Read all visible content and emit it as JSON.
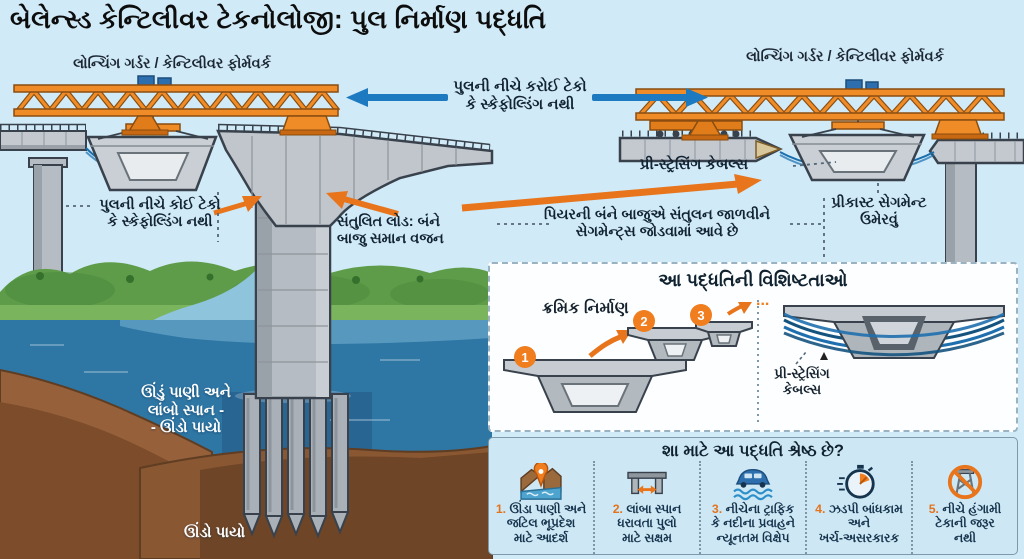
{
  "title": "બેલેન્સ્ડ કેન્ટિલીવર ટેકનોલોજી: પુલ નિર્માણ પદ્ધતિ",
  "colors": {
    "accent_orange": "#F07D1E",
    "arrow_blue": "#1D7AC0",
    "truss_orange": "#EF8C28",
    "deck_gray": "#C3C9CF",
    "water_deep": "#2E76A4",
    "ground_brown": "#8A5733",
    "panel_bg": "#FCFEFF",
    "benefits_bg": "#CDE8F4",
    "text_dark": "#15222E"
  },
  "diagram": {
    "left_girder_label": "લોન્ચિંગ ગર્ડર / કેન્ટિલીવર ફોર્મવર્ક",
    "right_girder_label": "લોન્ચિંગ ગર્ડર / કેન્ટિલીવર ફોર્મવર્ક",
    "no_support_top": {
      "lines": [
        "પુલની નીચે કરોઈ ટેકો",
        "કે સ્કેફોલ્ડિંગ નથી"
      ]
    },
    "no_support_left": {
      "lines": [
        "પુલની નીચે કોઈ ટેકો",
        "કે સ્કેફોલ્ડિંગ નથી"
      ]
    },
    "balanced_load": {
      "lines": [
        "સંતુલિત લોડ: બંને",
        "બાજુ સમાન વજન"
      ]
    },
    "prestressing_cables": "પ્રી-સ્ટ્રેસિંગ કેબલ્સ",
    "precast_segment": {
      "lines": [
        "પ્રીકાસ્ટ સેગમેન્ટ",
        "ઉમેરવું"
      ]
    },
    "pier_balance": {
      "lines": [
        "પિયરની બંને બાજુએ સંતુલન જાળવીને",
        "સેગમેન્ટ્સ જોડવામાં આવે છે"
      ]
    },
    "deep_water": {
      "lines": [
        "ઊંડું પાણી અને",
        "લાંબો સ્પાન -",
        "- ઊંડો પાયો"
      ]
    },
    "deep_foundation": "ઊંડો પાયો"
  },
  "features_panel": {
    "title": "આ પદ્ધતિની વિશિષ્ટતાઓ",
    "sequential_label": "ક્રમિક નિર્માણ",
    "steps": [
      "1",
      "2",
      "3"
    ],
    "ellipsis": "...",
    "cables_label": {
      "lines": [
        "પ્રી-સ્ટ્રેસિંગ",
        "કેબલ્સ"
      ]
    }
  },
  "benefits_panel": {
    "title": "શા માટે આ પદ્ધતિ શ્રેષ્ઠ છે?",
    "items": [
      {
        "num": "1.",
        "icon": "terrain-pin-icon",
        "lines": [
          "ઊંડા પાણી અને",
          "જટિલ ભૂપ્રદેશ",
          "માટે આદર્શ"
        ]
      },
      {
        "num": "2.",
        "icon": "long-span-bridge-icon",
        "lines": [
          "લાંબા સ્પાન",
          "ધરાવતા પુલો",
          "માટે સક્ષમ"
        ]
      },
      {
        "num": "3.",
        "icon": "traffic-water-icon",
        "lines": [
          "નીચેના ટ્રાફિક",
          "કે નદીના પ્રવાહને",
          "ન્યૂનતમ વિક્ષેપ"
        ]
      },
      {
        "num": "4.",
        "icon": "stopwatch-icon",
        "lines": [
          "ઝડપી બાંધકામ",
          "અને",
          "ખર્ચ-અસરકારક"
        ]
      },
      {
        "num": "5.",
        "icon": "no-temporary-support-icon",
        "lines": [
          "નીચે હંગામી",
          "ટેકાની જરૂર",
          "નથી"
        ]
      }
    ]
  }
}
